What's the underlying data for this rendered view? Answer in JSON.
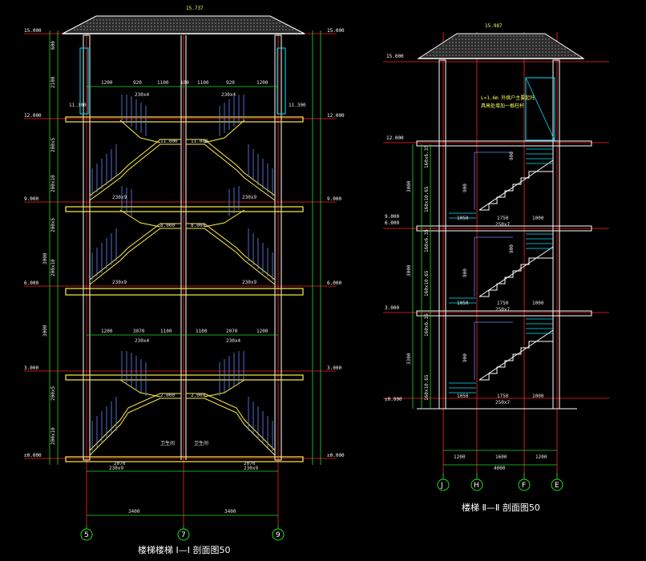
{
  "left_section": {
    "title": "楼梯楼梯 Ⅰ—Ⅰ 剖面图50",
    "roof_elev": "15.737",
    "elevations": [
      "15.000",
      "12.000",
      "9.000",
      "6.000",
      "3.000",
      "±0.000"
    ],
    "right_elevations": [
      "15.000",
      "12.000",
      "9.000",
      "6.000",
      "3.000",
      "±0.000"
    ],
    "upper_dims": [
      "1200",
      "920",
      "1100",
      "100",
      "1100",
      "920",
      "1200"
    ],
    "mid_dims": [
      "1200",
      "3070",
      "1100",
      "1100",
      "2070",
      "1200"
    ],
    "stair_labels": [
      "230x4",
      "230x4",
      "230x9",
      "230x9",
      "230x9",
      "230x9",
      "230x4",
      "230x4",
      "230x9",
      "230x9"
    ],
    "small_labels": [
      "11.300",
      "11.000",
      "11.000",
      "11.300",
      "8.000",
      "8.000",
      "2.000",
      "2.000"
    ],
    "left_verticals": [
      "600",
      "2100",
      "200x5",
      "200x10",
      "200x5",
      "200x10",
      "3000",
      "3000",
      "200x5",
      "200x10"
    ],
    "room_labels": [
      "卫生间",
      "卫生间"
    ],
    "bottom_dims": [
      "2070",
      "2070"
    ],
    "overall_dims": [
      "3400",
      "3400"
    ],
    "axes": [
      "5",
      "7",
      "9"
    ]
  },
  "right_section": {
    "title": "楼梯 Ⅱ—Ⅱ 剖面图50",
    "roof_elev": "15.987",
    "elevations": [
      "15.000",
      "12.000",
      "9.000",
      "6.000",
      "3.000",
      "±0.000"
    ],
    "note_1": "L=1.6m 外挑户主要起托",
    "note_2": "具高处增加一根柱杆",
    "flight_labels": [
      "1050",
      "1750",
      "1000",
      "250x7",
      "1050",
      "1750",
      "1000",
      "250x7",
      "1050",
      "1750",
      "1000",
      "250x7"
    ],
    "rail_heights": [
      "900",
      "900",
      "900",
      "900",
      "900"
    ],
    "vert_dims": [
      "3000",
      "3000",
      "3300"
    ],
    "vert_sub": [
      "160x6.35",
      "160x10.65",
      "160x6.35",
      "160x10.65",
      "160x6.35",
      "160x10.65"
    ],
    "bottom_dims": [
      "1200",
      "1600",
      "1200"
    ],
    "overall_dim": "4000",
    "axes": [
      "J",
      "H",
      "F",
      "E"
    ]
  }
}
